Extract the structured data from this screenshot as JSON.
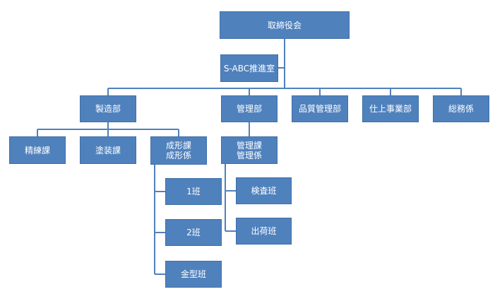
{
  "org_chart": {
    "nodes": {
      "board": "取締役会",
      "sabc_office": "S-ABC推進室",
      "manufacturing": "製造部",
      "management": "管理部",
      "quality": "品質管理部",
      "finishing": "仕上事業部",
      "general_affairs": "総務係",
      "seiren": "精練課",
      "tosou": "塗装課",
      "molding_section": "成形課",
      "molding_group": "成形係",
      "kanri_section": "管理課",
      "kanri_group": "管理係",
      "team1": "1班",
      "team2": "2班",
      "mold_team": "金型班",
      "inspection_team": "検査班",
      "shipping_team": "出荷班"
    },
    "colors": {
      "node_fill": "#4f81bd",
      "node_border": "#3f6fa8",
      "node_text": "#ffffff",
      "connector": "#4f81bd"
    }
  }
}
